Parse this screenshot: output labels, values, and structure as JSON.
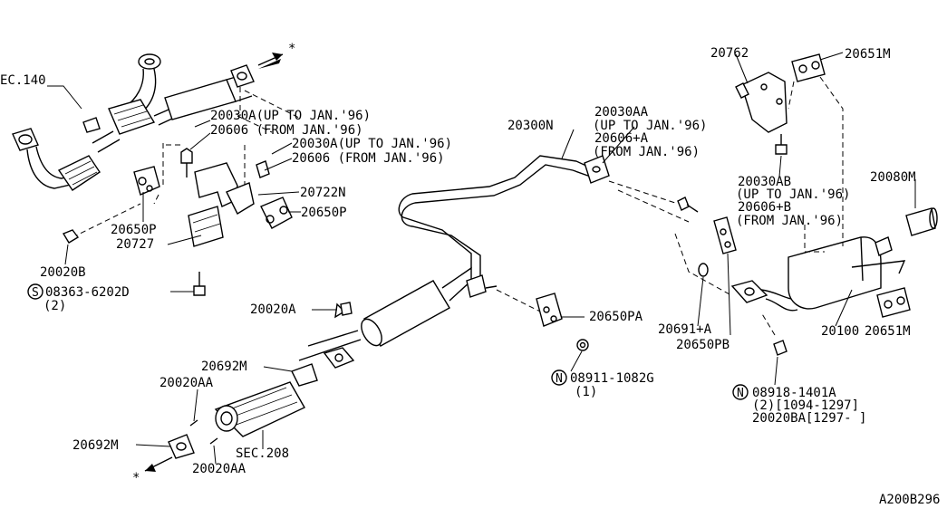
{
  "labels": {
    "ec140": "EC.140",
    "l20030A_1": "20030A(UP TO JAN.'96)",
    "l20606_1": "20606 (FROM JAN.'96)",
    "l20030A_2": "20030A(UP TO JAN.'96)",
    "l20606_2": "20606  (FROM JAN.'96)",
    "l20722N": "20722N",
    "l20650P_r": "20650P",
    "l20650P_l": "20650P",
    "l20727": "20727",
    "l20020B": "20020B",
    "s_code": "08363-6202D",
    "s_qty": "(2)",
    "l20300N": "20300N",
    "l20030AA": "20030AA",
    "l20030AA_up": "(UP TO JAN.'96)",
    "l20606A": "20606+A",
    "l20606A_from": "(FROM JAN.'96)",
    "l20762": "20762",
    "l20651M_top": "20651M",
    "l20030AB": "20030AB",
    "l20030AB_up": "(UP TO JAN.'96)",
    "l20606B": "20606+B",
    "l20606B_from": "(FROM JAN.'96)",
    "l20080M": "20080M",
    "l20020A": "20020A",
    "l20650PA": "20650PA",
    "l20692M_top": "20692M",
    "l20020AA_top": "20020AA",
    "n_code_1": "08911-1082G",
    "n_qty_1": "(1)",
    "l20691A": "20691+A",
    "l20650PB": "20650PB",
    "l20100": "20100",
    "l20651M_bot": "20651M",
    "n_code_2": "08918-1401A",
    "n_qty_2": "(2)[1094-1297]",
    "l20020BA": "20020BA[1297-     ]",
    "l20692M_bot": "20692M",
    "sec208": "SEC.208",
    "l20020AA_bot": "20020AA",
    "diagram_id": "A200B296",
    "star_top": "*",
    "star_bot": "*",
    "s_mark": "S",
    "n_mark": "N"
  }
}
